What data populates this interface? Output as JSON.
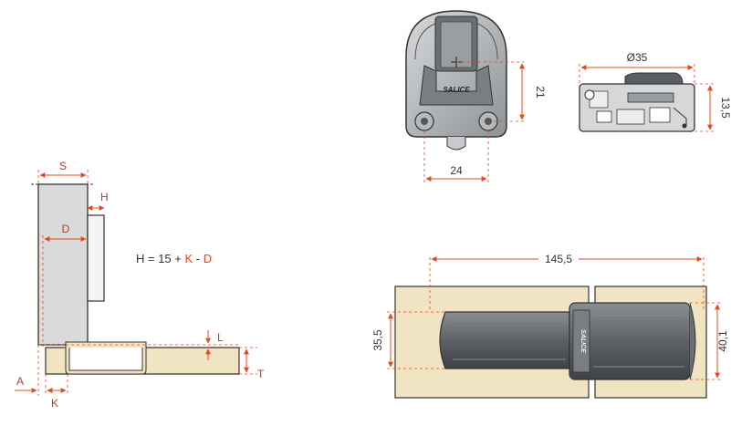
{
  "colors": {
    "dimension_line": "#e8481f",
    "dashed_guide": "#e8481f",
    "wood": "#f0e4c3",
    "hinge_body": "#5e6267",
    "hinge_light": "#c7c9cb",
    "text": "#333333"
  },
  "views": {
    "top_view": {
      "dim_width": "24",
      "dim_height": "21",
      "brand": "SALICE"
    },
    "side_view": {
      "dim_diameter": "Ø35",
      "dim_height": "13,5"
    },
    "plan_view": {
      "dim_length": "145,5",
      "dim_left_height": "35,5",
      "dim_right_height": "40,1",
      "brand": "SALICE"
    },
    "section_view": {
      "label_s": "S",
      "label_h": "H",
      "label_d": "D",
      "label_l": "L",
      "label_t": "T",
      "label_a": "A",
      "label_k": "K"
    }
  },
  "formula": {
    "prefix": "H = 15 + ",
    "k": "K",
    "minus": " - ",
    "d": "D"
  }
}
